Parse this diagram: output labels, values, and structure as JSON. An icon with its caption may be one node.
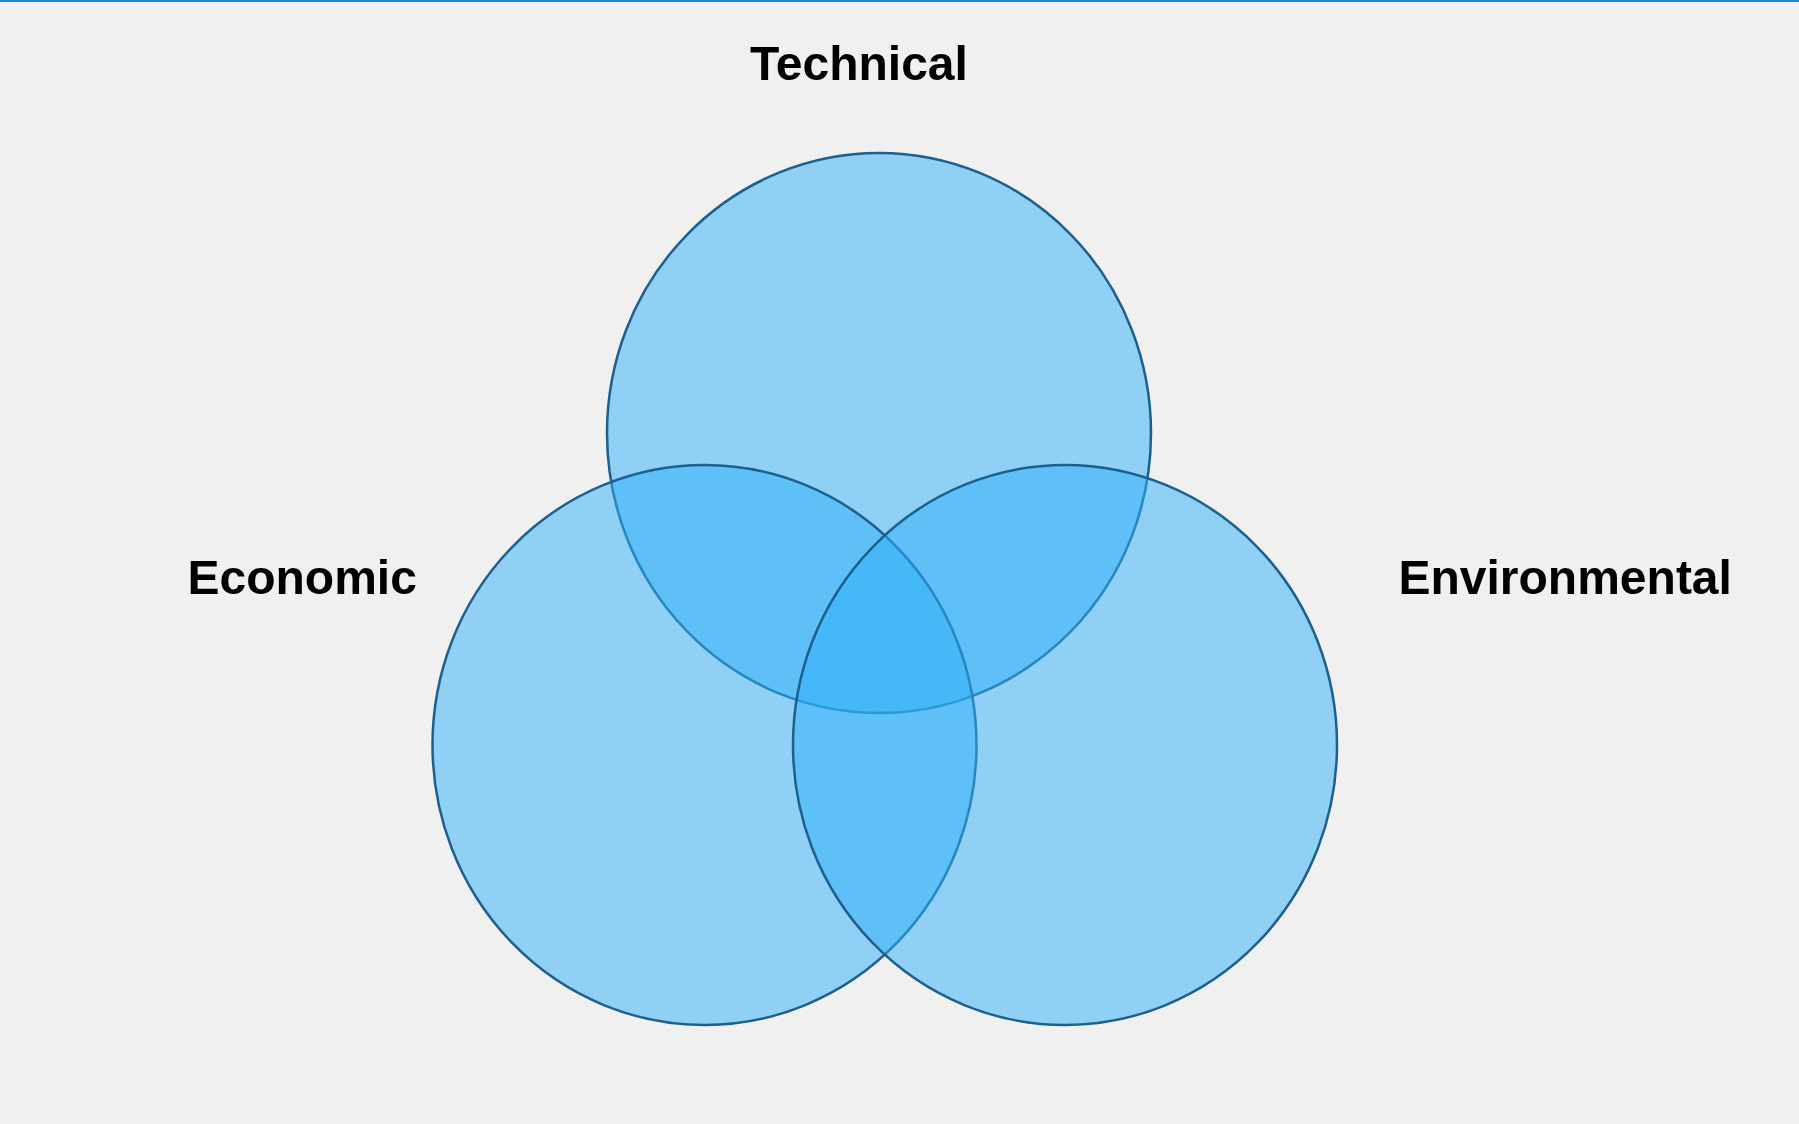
{
  "diagram": {
    "nodes": [
      {
        "text": [
          "Technical"
        ]
      },
      {
        "text": [
          "Economic"
        ]
      },
      {
        "text": [
          "Environmental"
        ]
      }
    ],
    "edges": []
  }
}
